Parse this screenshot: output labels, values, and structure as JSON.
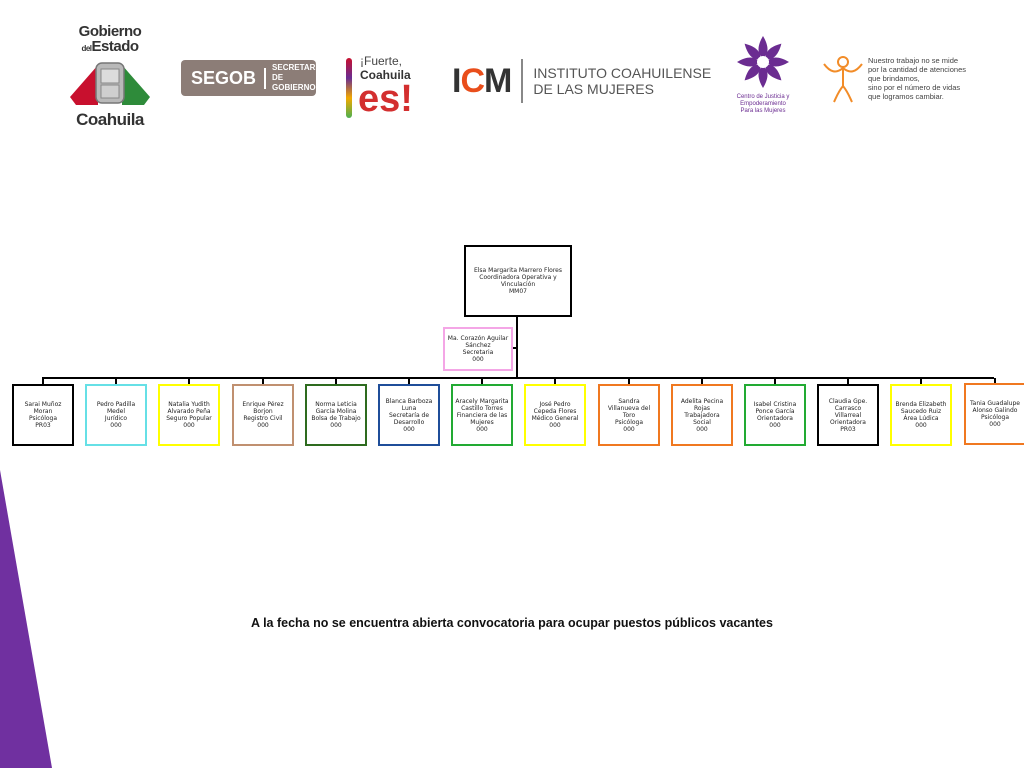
{
  "logos": {
    "gobierno": {
      "line1": "Gobierno",
      "line2_small": "del",
      "line2": "Estado",
      "line3": "Coahuila"
    },
    "segob": {
      "main": "SEGOB",
      "side_line1": "SECRETARÍA",
      "side_line2": "DE GOBIERNO"
    },
    "fuerte": {
      "line1": "¡Fuerte,",
      "line2": "Coahuila",
      "line3": "es!"
    },
    "icm": {
      "acronym_a": "I",
      "acronym_b": "C",
      "acronym_c": "M",
      "name_line1": "INSTITUTO COAHUILENSE",
      "name_line2": "DE LAS MUJERES"
    },
    "centro": {
      "line1": "Centro de Justicia y",
      "line2": "Empoderamiento",
      "line3": "Para las Mujeres"
    },
    "nuestro": {
      "text": "Nuestro trabajo no se mide\npor la cantidad de atenciones\nque brindamos,\nsino por el número de vidas\nque logramos cambiar."
    }
  },
  "colors": {
    "wedge": "#7030a0",
    "line": "#000000"
  },
  "org": {
    "head": {
      "name": "Elsa Margarita Marrero Flores",
      "position": "Coordinadora Operativa y Vinculación",
      "code": "MM07",
      "border": "#000000"
    },
    "assistant": {
      "name": "Ma. Corazón Aguilar Sánchez",
      "position": "Secretaria",
      "code": "000",
      "border": "#f4a6e6"
    },
    "staff": [
      {
        "name": "Sarai Muñoz Moran",
        "position": "Psicóloga",
        "code": "PR03",
        "border": "#000000"
      },
      {
        "name": "Pedro Padilla Medel",
        "position": "Jurídico",
        "code": "000",
        "border": "#66e0e6"
      },
      {
        "name": "Natalia Yudith Alvarado Peña",
        "position": "Seguro Popular",
        "code": "000",
        "border": "#ffff00"
      },
      {
        "name": "Enrique Pérez Borjon",
        "position": "Registro Civil",
        "code": "000",
        "border": "#c09070"
      },
      {
        "name": "Norma Leticia García Molina",
        "position": "Bolsa de Trabajo",
        "code": "000",
        "border": "#2e6b1f"
      },
      {
        "name": "Blanca Barboza Luna",
        "position": "Secretaría de Desarrollo",
        "code": "000",
        "border": "#1f4e99"
      },
      {
        "name": "Aracely Margarita Castillo Torres",
        "position": "Financiera de las Mujeres",
        "code": "000",
        "border": "#22aa33"
      },
      {
        "name": "José Pedro Cepeda Flores",
        "position": "Médico General",
        "code": "000",
        "border": "#ffff00"
      },
      {
        "name": "Sandra Villanueva del Toro",
        "position": "Psicóloga",
        "code": "000",
        "border": "#f07820"
      },
      {
        "name": "Adelita Pecina Rojas",
        "position": "Trabajadora Social",
        "code": "000",
        "border": "#f07820"
      },
      {
        "name": "Isabel Cristina Ponce García",
        "position": "Orientadora",
        "code": "000",
        "border": "#22aa33"
      },
      {
        "name": "Claudia Gpe. Carrasco Villarreal",
        "position": "Orientadora",
        "code": "PR03",
        "border": "#000000"
      },
      {
        "name": "Brenda Elizabeth Saucedo Ruiz",
        "position": "Área Lúdica",
        "code": "000",
        "border": "#ffff00"
      },
      {
        "name": "Tania Guadalupe Alonso Galindo",
        "position": "Psicóloga",
        "code": "000",
        "border": "#f07820"
      }
    ]
  },
  "footer_note": "A la fecha no se encuentra abierta convocatoria para ocupar puestos públicos vacantes"
}
